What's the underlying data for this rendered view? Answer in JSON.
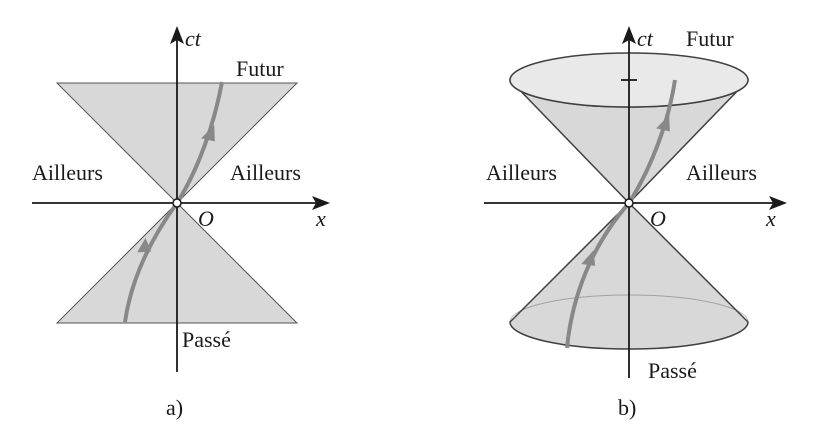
{
  "panel_a": {
    "caption": "a)",
    "axis_t": "ct",
    "axis_x": "x",
    "origin": "O",
    "future": "Futur",
    "past": "Passé",
    "elsewhere_left": "Ailleurs",
    "elsewhere_right": "Ailleurs"
  },
  "panel_b": {
    "caption": "b)",
    "axis_t": "ct",
    "axis_x": "x",
    "origin": "O",
    "future": "Futur",
    "past": "Passé",
    "elsewhere_left": "Ailleurs",
    "elsewhere_right": "Ailleurs"
  },
  "colors": {
    "cone_fill": "#d8d8d8",
    "cone_top_fill": "#e9e9e9",
    "cone_edge": "#404040",
    "worldline": "#888888",
    "axis": "#1a1a1a"
  }
}
